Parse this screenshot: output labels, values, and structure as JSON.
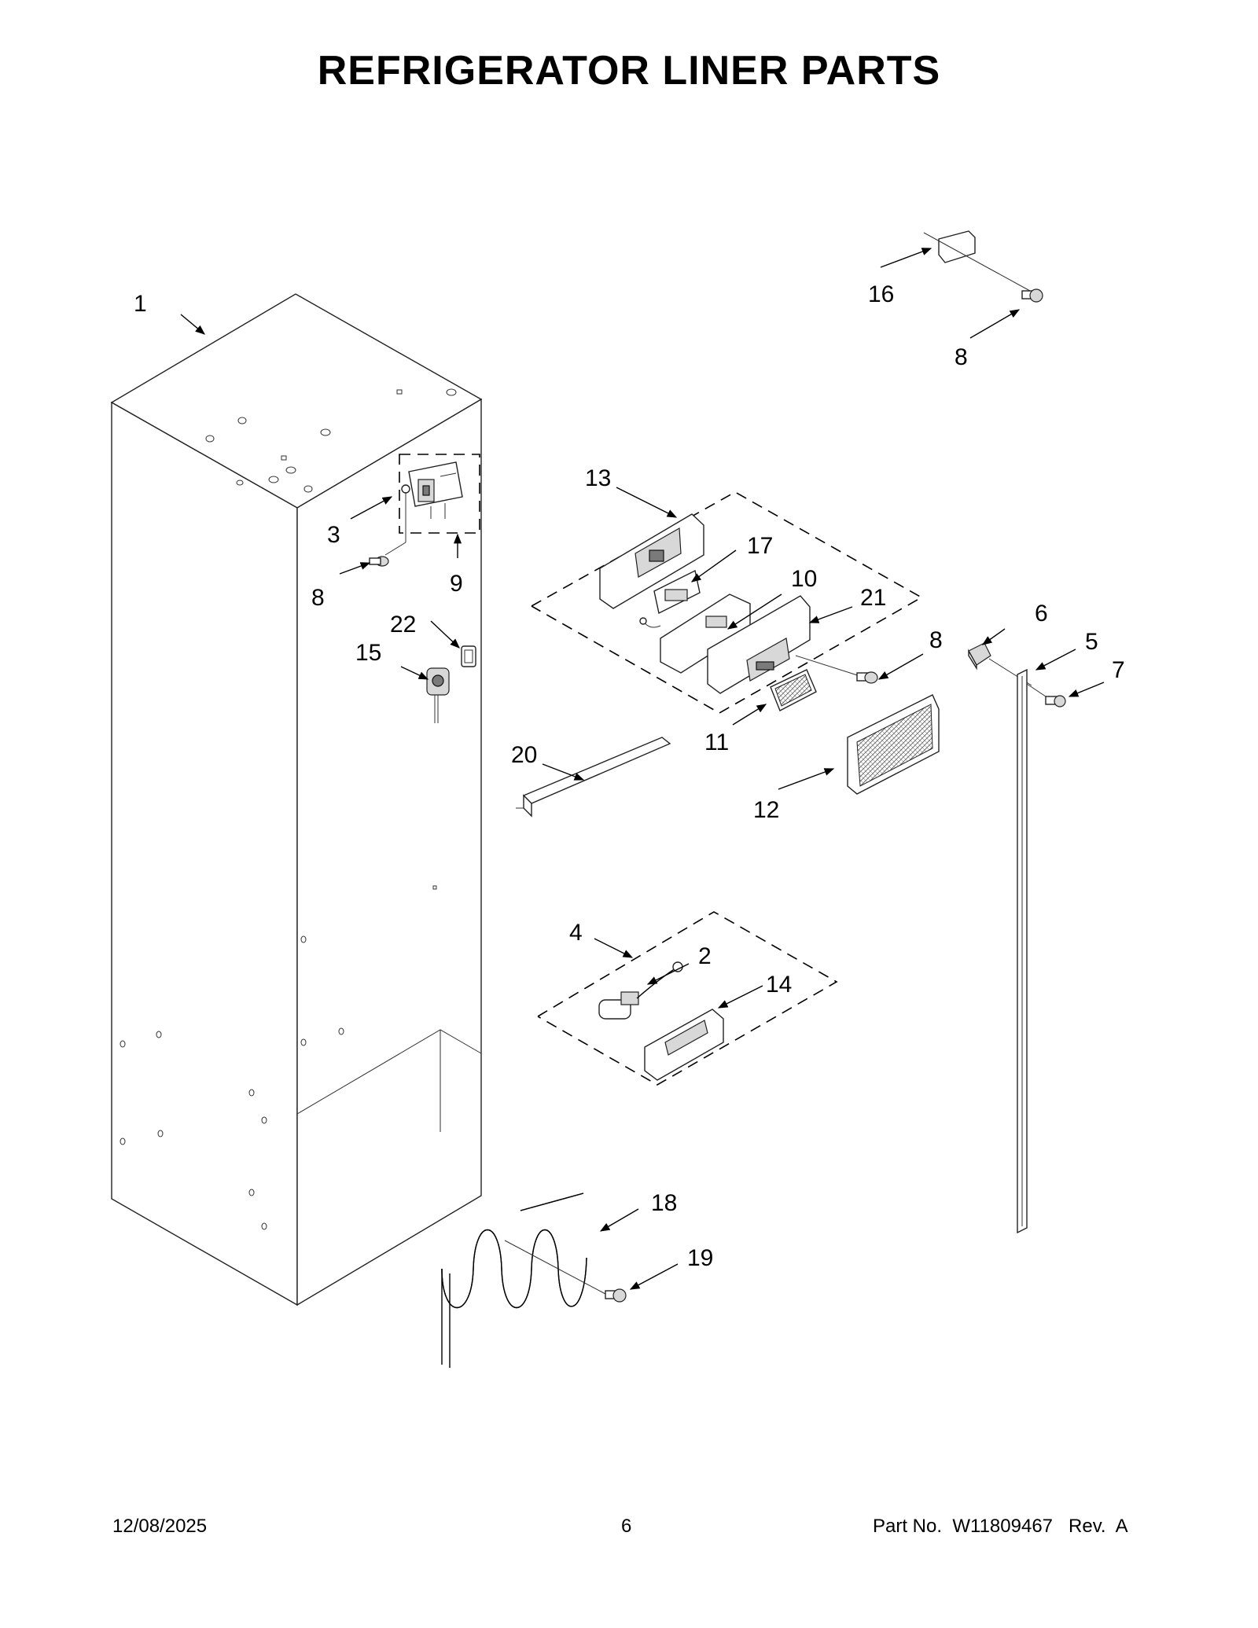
{
  "title": "REFRIGERATOR LINER PARTS",
  "callouts": {
    "c1": "1",
    "c2": "2",
    "c3": "3",
    "c4": "4",
    "c5": "5",
    "c6": "6",
    "c7": "7",
    "c8a": "8",
    "c8b": "8",
    "c8c": "8",
    "c9": "9",
    "c10": "10",
    "c11": "11",
    "c12": "12",
    "c13": "13",
    "c14": "14",
    "c15": "15",
    "c16": "16",
    "c17": "17",
    "c18": "18",
    "c19": "19",
    "c20": "20",
    "c21": "21",
    "c22": "22"
  },
  "footer": {
    "date": "12/08/2025",
    "page": "6",
    "part_no": "Part No.  W11809467   Rev.  A"
  }
}
